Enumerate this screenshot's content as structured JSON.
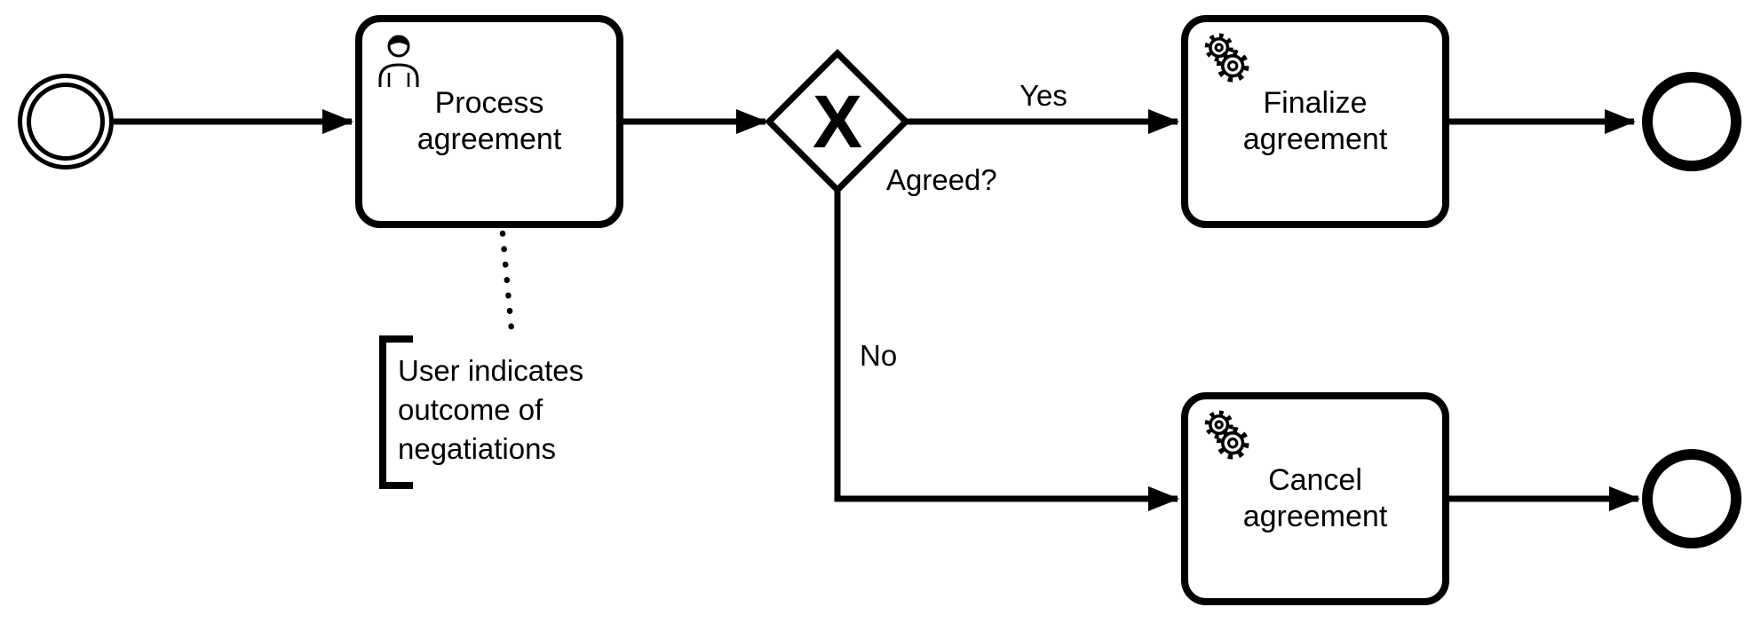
{
  "diagram": {
    "type": "bpmn-process",
    "colors": {
      "stroke": "#000000",
      "fill": "#ffffff"
    },
    "nodes": {
      "start_event": {
        "kind": "start-event"
      },
      "process_agreement": {
        "kind": "user-task",
        "label": "Process\nagreement"
      },
      "gateway": {
        "kind": "exclusive-gateway",
        "marker": "X",
        "label": "Agreed?"
      },
      "finalize_agreement": {
        "kind": "service-task",
        "label": "Finalize\nagreement"
      },
      "cancel_agreement": {
        "kind": "service-task",
        "label": "Cancel\nagreement"
      },
      "end_event_top": {
        "kind": "end-event"
      },
      "end_event_bottom": {
        "kind": "end-event"
      },
      "annotation": {
        "kind": "text-annotation",
        "text": "User indicates\noutcome of\nnegatiations"
      }
    },
    "flows": {
      "yes": {
        "label": "Yes"
      },
      "no": {
        "label": "No"
      }
    }
  }
}
